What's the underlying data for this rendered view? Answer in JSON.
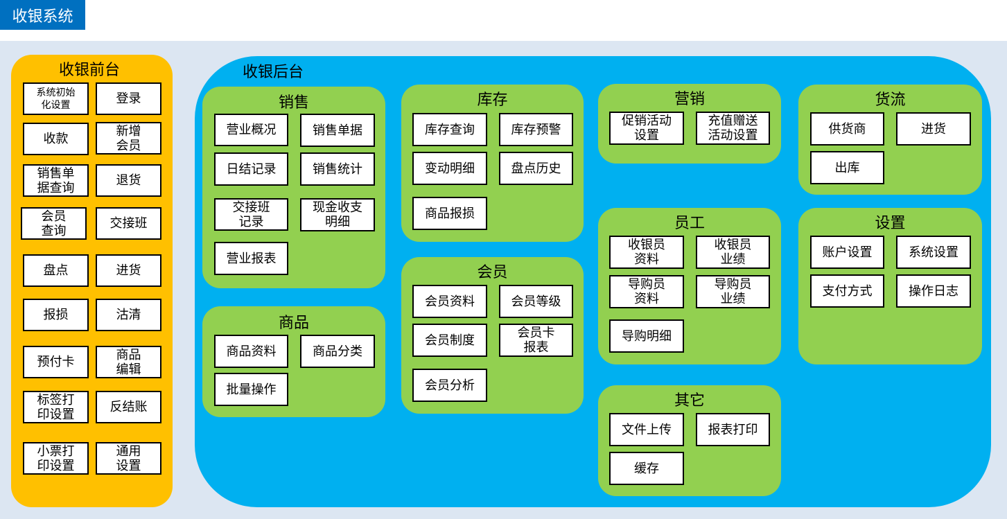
{
  "header": {
    "title": "收银系统"
  },
  "front": {
    "title": "收银前台",
    "items": [
      "系统初始\n化设置",
      "登录",
      "收款",
      "新增\n会员",
      "销售单\n据查询",
      "退货",
      "会员\n查询",
      "交接班",
      "盘点",
      "进货",
      "报损",
      "沽清",
      "预付卡",
      "商品\n编辑",
      "标签打\n印设置",
      "反结账",
      "小票打\n印设置",
      "通用\n设置"
    ]
  },
  "back": {
    "title": "收银后台",
    "groups": [
      {
        "name": "销售",
        "items": [
          "营业概况",
          "销售单据",
          "日结记录",
          "销售统计",
          "交接班\n记录",
          "现金收支\n明细",
          "营业报表"
        ]
      },
      {
        "name": "商品",
        "items": [
          "商品资料",
          "商品分类",
          "批量操作"
        ]
      },
      {
        "name": "库存",
        "items": [
          "库存查询",
          "库存预警",
          "变动明细",
          "盘点历史",
          "商品报损"
        ]
      },
      {
        "name": "会员",
        "items": [
          "会员资料",
          "会员等级",
          "会员制度",
          "会员卡\n报表",
          "会员分析"
        ]
      },
      {
        "name": "营销",
        "items": [
          "促销活动\n设置",
          "充值赠送\n活动设置"
        ]
      },
      {
        "name": "员工",
        "items": [
          "收银员\n资料",
          "收银员\n业绩",
          "导购员\n资料",
          "导购员\n业绩",
          "导购明细"
        ]
      },
      {
        "name": "其它",
        "items": [
          "文件上传",
          "报表打印",
          "缓存"
        ]
      },
      {
        "name": "货流",
        "items": [
          "供货商",
          "进货",
          "出库"
        ]
      },
      {
        "name": "设置",
        "items": [
          "账户设置",
          "系统设置",
          "支付方式",
          "操作日志"
        ]
      }
    ]
  },
  "colors": {
    "title_bg": "#0070c0",
    "canvas_bg": "#dce6f2",
    "front_bg": "#ffc000",
    "back_bg": "#00b0f0",
    "group_bg": "#92d050",
    "box_bg": "#ffffff"
  }
}
